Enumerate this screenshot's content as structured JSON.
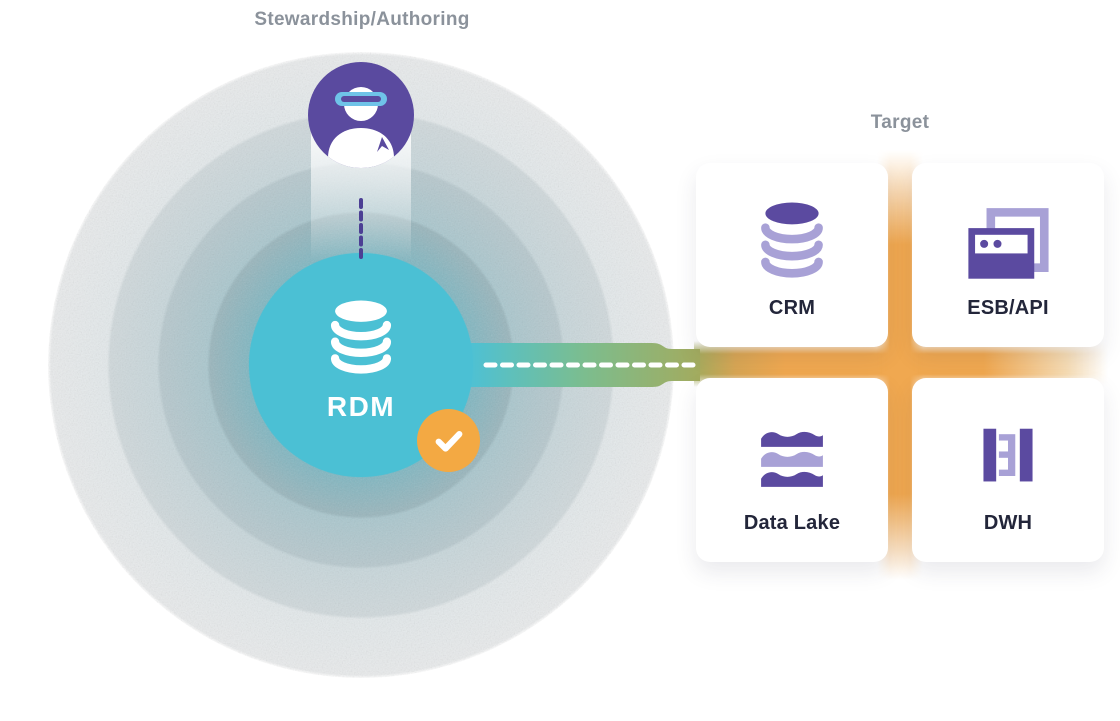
{
  "stewardship": {
    "title": "Stewardship/Authoring",
    "person": {
      "icon": "steward-person-icon"
    },
    "rdm": {
      "label": "RDM",
      "icon": "database-icon"
    },
    "badge": {
      "icon": "check-icon"
    }
  },
  "target": {
    "title": "Target",
    "cards": [
      {
        "label": "CRM",
        "icon": "crm-database-icon"
      },
      {
        "label": "ESB/API",
        "icon": "esb-api-icon"
      },
      {
        "label": "Data Lake",
        "icon": "data-lake-waves-icon"
      },
      {
        "label": "DWH",
        "icon": "dwh-bars-icon"
      }
    ]
  },
  "colors": {
    "purple": "#5a4a9f",
    "purple_light": "#a8a1d6",
    "teal": "#4bc0d4",
    "badge_orange": "#f3a943",
    "glow_orange": "#f0a850",
    "beam_olive": "#a3ab5e",
    "visor_blue": "#6fc3e8",
    "title_gray": "#8b929b",
    "label_dark": "#23263a"
  }
}
